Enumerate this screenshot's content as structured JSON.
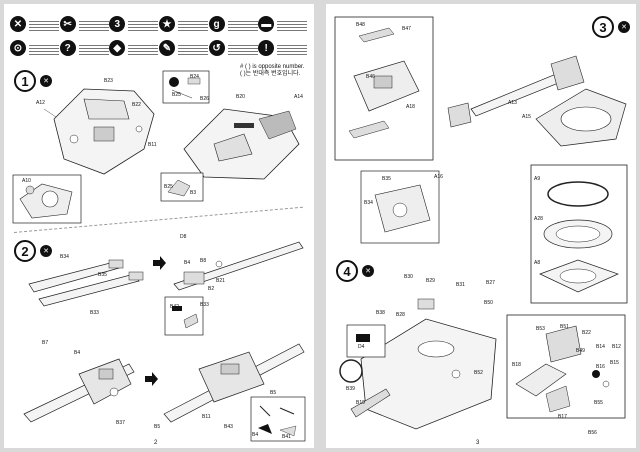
{
  "left_page": {
    "page_number": "2",
    "legend_icons": [
      {
        "icon": "no-glue-icon",
        "glyph": "✕"
      },
      {
        "icon": "cut-remove-icon",
        "glyph": "✂"
      },
      {
        "icon": "repeat-x3-icon",
        "glyph": "3"
      },
      {
        "icon": "decal-icon",
        "glyph": "★"
      },
      {
        "icon": "glue-icon",
        "glyph": "g"
      },
      {
        "icon": "paint-icon",
        "glyph": "▬"
      },
      {
        "icon": "drill-icon",
        "glyph": "⊙"
      },
      {
        "icon": "caution-icon",
        "glyph": "?"
      },
      {
        "icon": "option-icon",
        "glyph": "◆"
      },
      {
        "icon": "bend-icon",
        "glyph": "✎"
      },
      {
        "icon": "reverse-icon",
        "glyph": "↺"
      },
      {
        "icon": "important-icon",
        "glyph": "!"
      }
    ],
    "steps": [
      {
        "number": "1",
        "icon": "no-glue-icon"
      },
      {
        "number": "2",
        "icon": "no-glue-icon"
      }
    ],
    "note_line1": "# ( ) is opposite number.",
    "note_line2": "( )는 반대측 번호입니다.",
    "part_labels": [
      "A12",
      "B23",
      "B22",
      "B11",
      "A10",
      "B20",
      "B26",
      "B25",
      "B24",
      "A14",
      "D8",
      "B8",
      "B25",
      "B3",
      "B34",
      "B35",
      "B33",
      "B7",
      "B4",
      "B37",
      "B4",
      "B21",
      "B11",
      "B2",
      "B42",
      "B33",
      "B5",
      "B5",
      "B43",
      "B4",
      "B41"
    ]
  },
  "right_page": {
    "page_number": "3",
    "steps": [
      {
        "number": "3",
        "icon": "no-glue-icon"
      },
      {
        "number": "4",
        "icon": "no-glue-icon"
      }
    ],
    "part_labels": [
      "B48",
      "B47",
      "B46",
      "A18",
      "B35",
      "B34",
      "A13",
      "A15",
      "A16",
      "A9",
      "A28",
      "A8",
      "B30",
      "B29",
      "B31",
      "B27",
      "B38",
      "B28",
      "D4",
      "B39",
      "B19",
      "B50",
      "B52",
      "B53",
      "B51",
      "B22",
      "B14",
      "B12",
      "B15",
      "B16",
      "B18",
      "B49",
      "B55",
      "B17",
      "B56"
    ]
  }
}
